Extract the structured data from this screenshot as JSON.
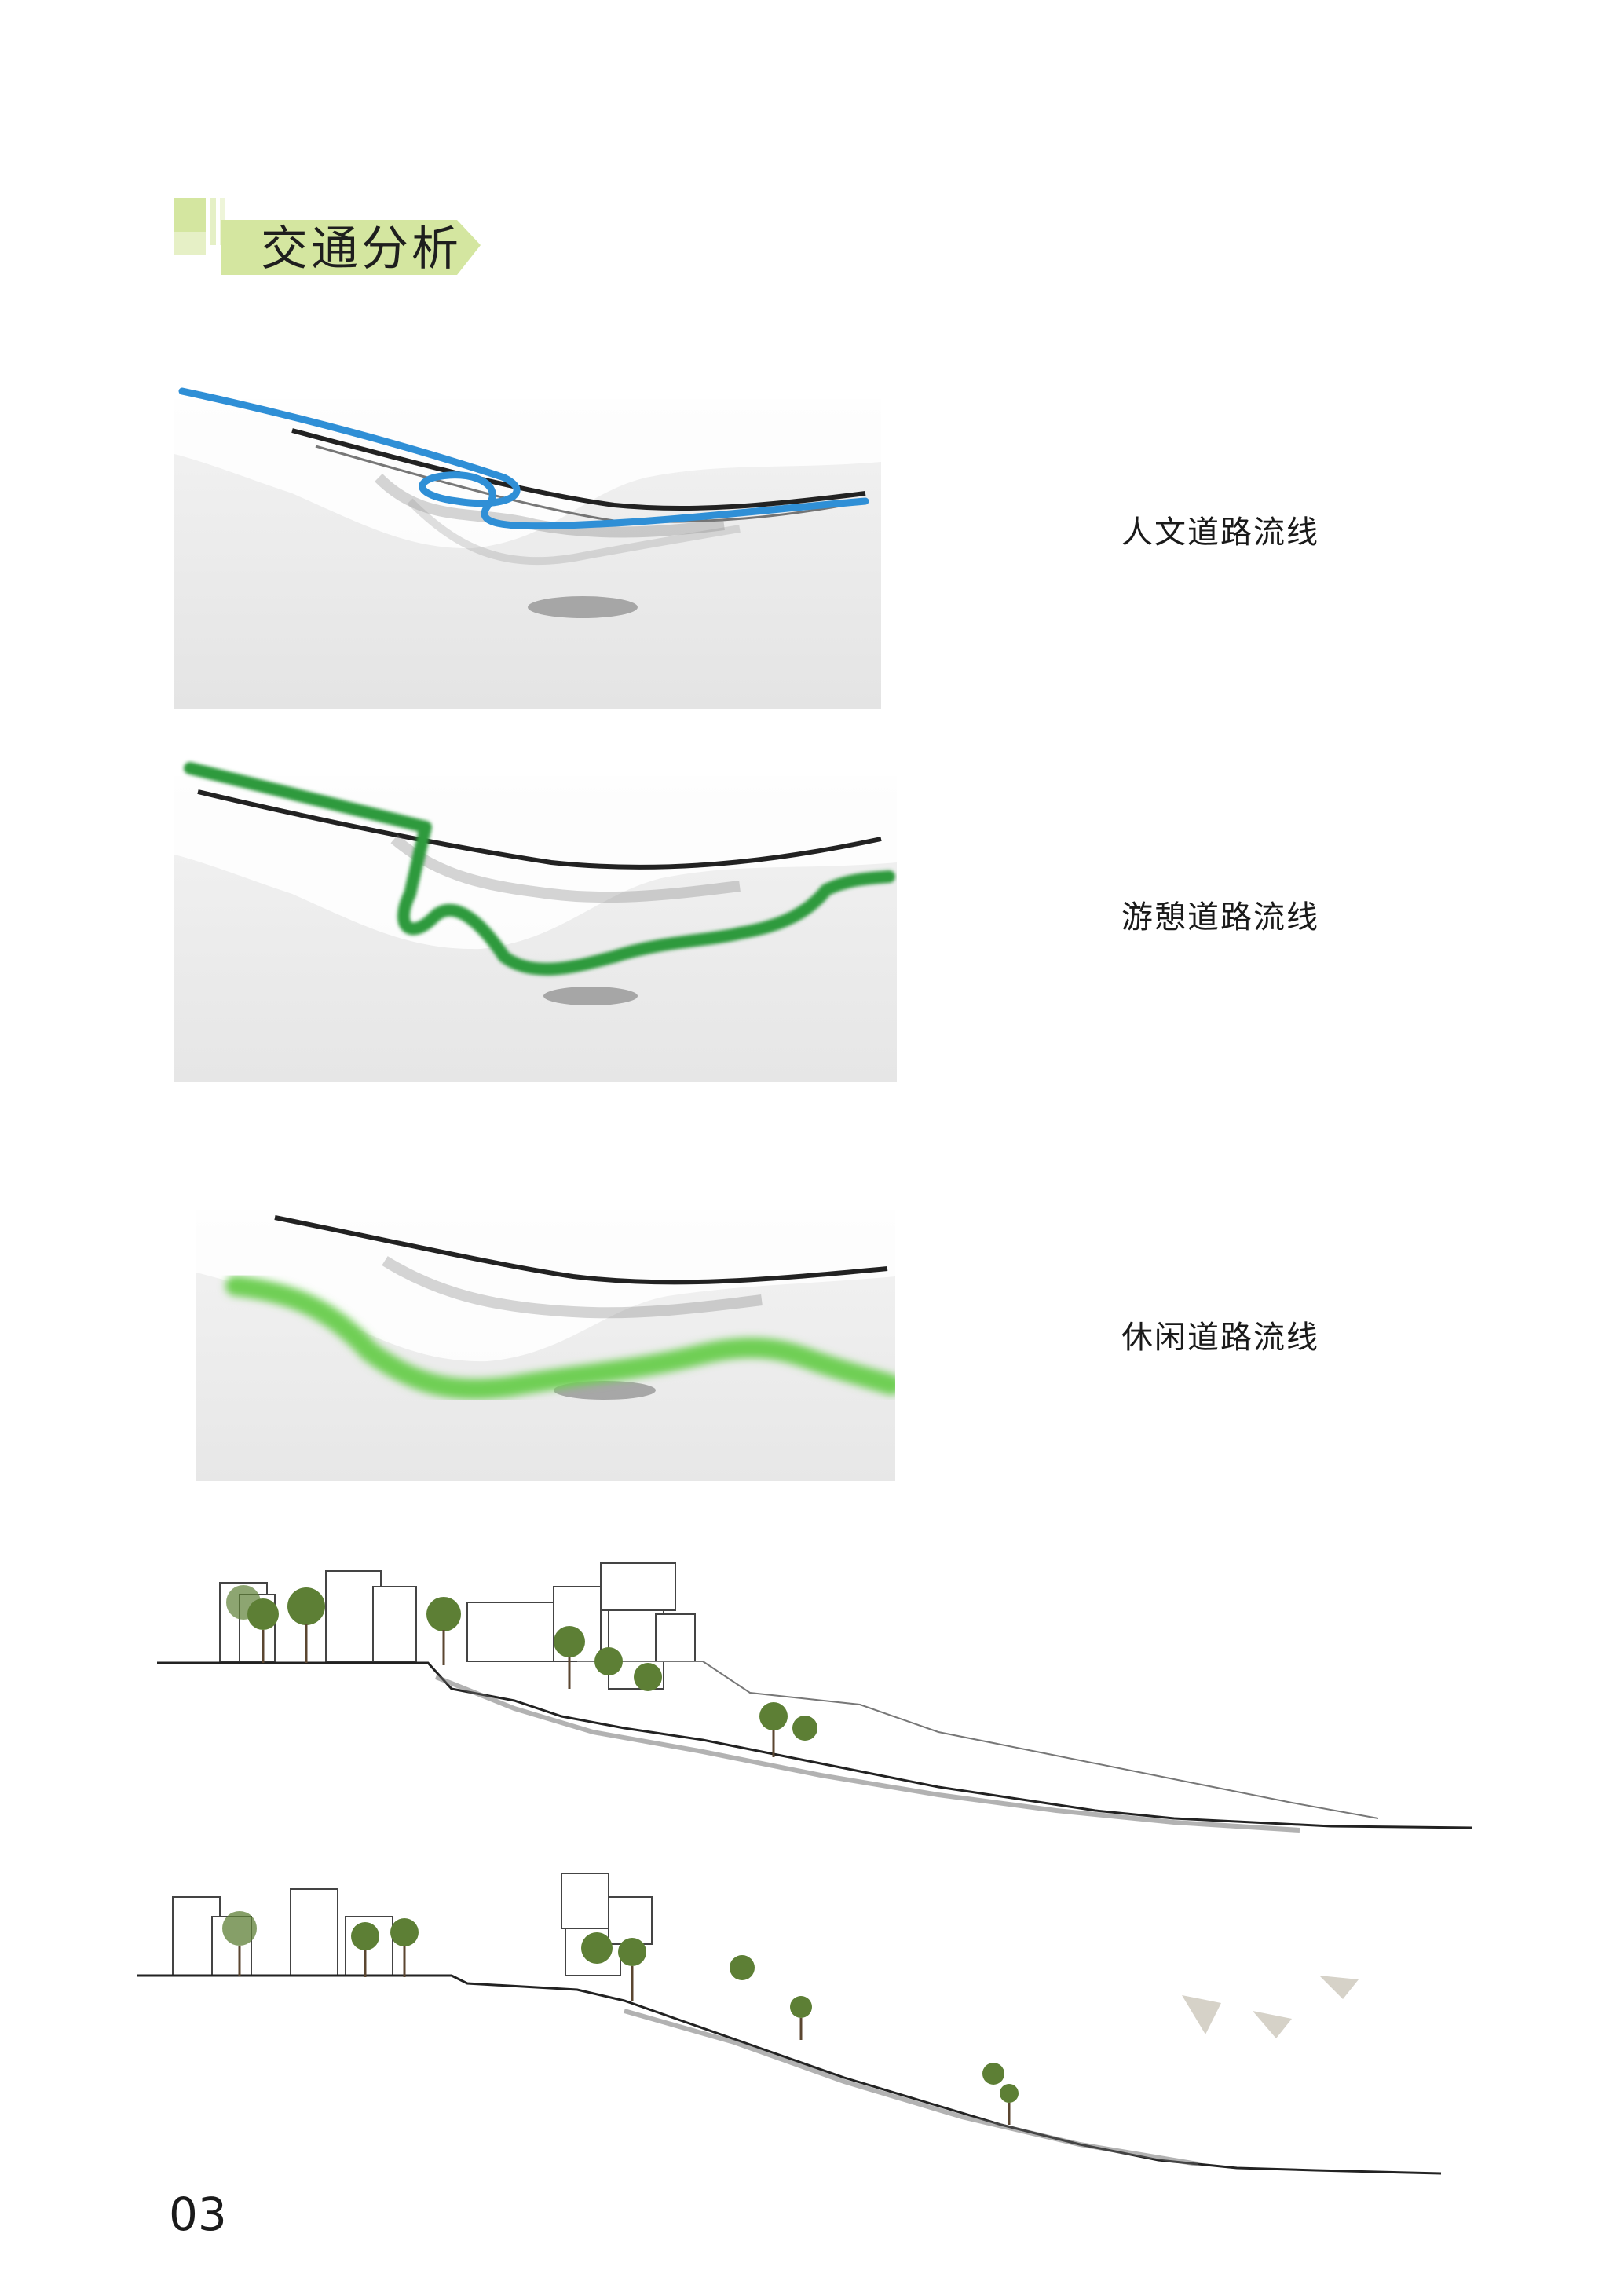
{
  "title": "交通分析",
  "maps": [
    {
      "label": "人文道路流线",
      "route_color": "#2f8fd6"
    },
    {
      "label": "游憩道路流线",
      "route_color": "#2e9a3e"
    },
    {
      "label": "休闲道路流线",
      "route_color": "#6fcf55"
    }
  ],
  "banner_color": "#d4e6a0",
  "page_number": "03"
}
